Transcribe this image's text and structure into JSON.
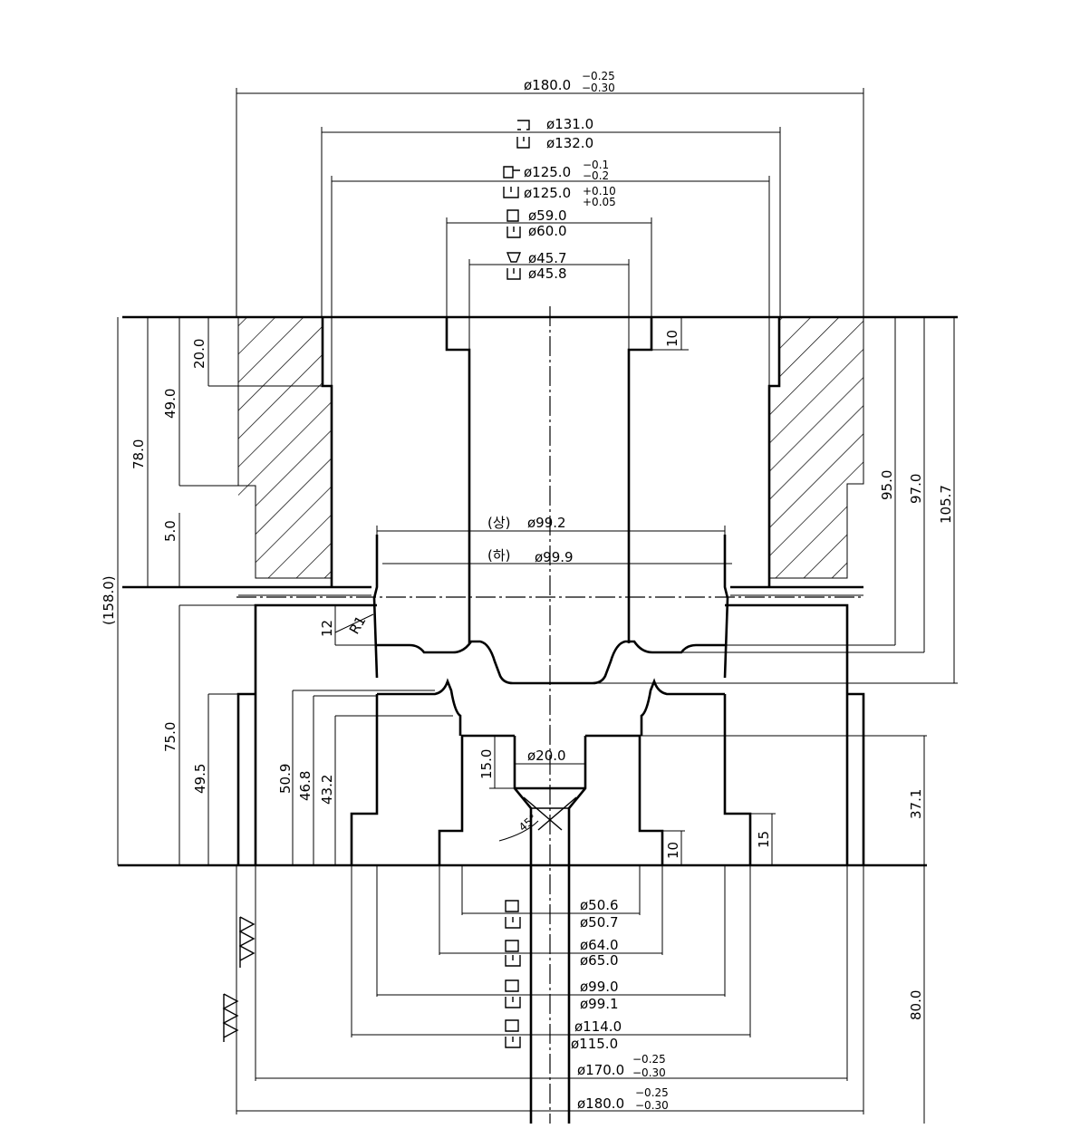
{
  "top_dims": {
    "d180_top": "ø180.0",
    "d180_top_tol_up": "−0.25",
    "d180_top_tol_lo": "−0.30",
    "d131": "ø131.0",
    "d132": "ø132.0",
    "d125a": "ø125.0",
    "d125a_tol_up": "−0.1",
    "d125a_tol_lo": "−0.2",
    "d125b": "ø125.0",
    "d125b_tol_up": "+0.10",
    "d125b_tol_lo": "+0.05",
    "d59": "ø59.0",
    "d60": "ø60.0",
    "d457": "ø45.7",
    "d458": "ø45.8"
  },
  "left_dims": {
    "h158": "(158.0)",
    "h78": "78.0",
    "h49": "49.0",
    "h20": "20.0",
    "h5": "5.0",
    "h12": "12",
    "r1": "R1",
    "h75": "75.0",
    "h495": "49.5",
    "h509": "50.9",
    "h468": "46.8",
    "h432": "43.2"
  },
  "right_dims": {
    "h10_top": "10",
    "h950": "95.0",
    "h970": "97.0",
    "h1057": "105.7",
    "h371": "37.1",
    "h15": "15",
    "h10_low": "10",
    "h800": "80.0"
  },
  "middle_dims": {
    "upper_label": "(상)",
    "d992": "ø99.2",
    "lower_label": "(하)",
    "d999": "ø99.9",
    "h150": "15.0",
    "d20": "ø20.0",
    "angle": "45°"
  },
  "bottom_dims": {
    "d506": "ø50.6",
    "d507": "ø50.7",
    "d640": "ø64.0",
    "d650": "ø65.0",
    "d990": "ø99.0",
    "d991": "ø99.1",
    "d1140": "ø114.0",
    "d1150": "ø115.0",
    "d170": "ø170.0",
    "d170_tol_up": "−0.25",
    "d170_tol_lo": "−0.30",
    "d180_bot": "ø180.0",
    "d180_bot_tol_up": "−0.25",
    "d180_bot_tol_lo": "−0.30"
  }
}
